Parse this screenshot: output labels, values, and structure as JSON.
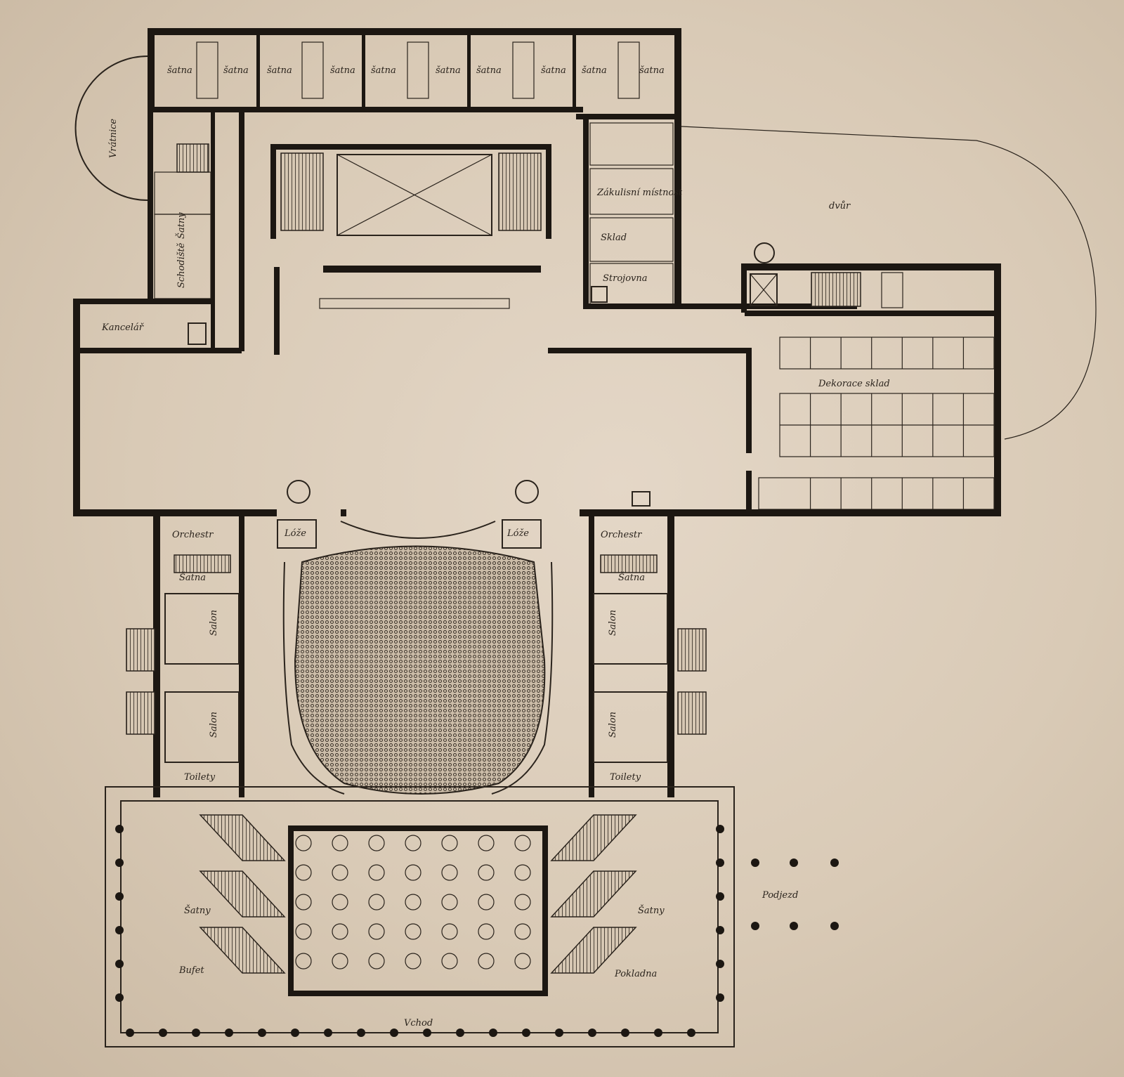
{
  "labels": {
    "gate_house": "Vrátnice",
    "yard": "dvůr",
    "scenery_store": "Dekorace sklad",
    "costumes": "Šatny",
    "stairs": "Schodiště",
    "office": "Kancelář",
    "dress_a": "šatna",
    "dress_b": "šatna",
    "dress_c": "šatna",
    "dress_d": "šatna",
    "dress_e": "šatna",
    "dress_f": "šatna",
    "dress_g": "šatna",
    "dress_h": "šatna",
    "dress_i": "šatna",
    "dress_j": "šatna",
    "props": "Zákulisní místnost",
    "storage": "Sklad",
    "tech_room": "Strojovna",
    "box_left": "Lóže",
    "box_right": "Lóže",
    "side_left_top": "Orchestr",
    "side_right_top": "Orchestr",
    "foyer_left_1": "Salon",
    "foyer_left_2": "Salon",
    "foyer_right_1": "Salon",
    "foyer_right_2": "Salon",
    "wc_left": "Toilety",
    "wc_right": "Toilety",
    "closet_left": "Šatny",
    "closet_right": "Šatny",
    "buffet": "Bufet",
    "ticket_office": "Pokladna",
    "cloak_left": "Šatna",
    "cloak_right": "Šatna",
    "entrance": "Vchod",
    "carriage": "Podjezd"
  }
}
